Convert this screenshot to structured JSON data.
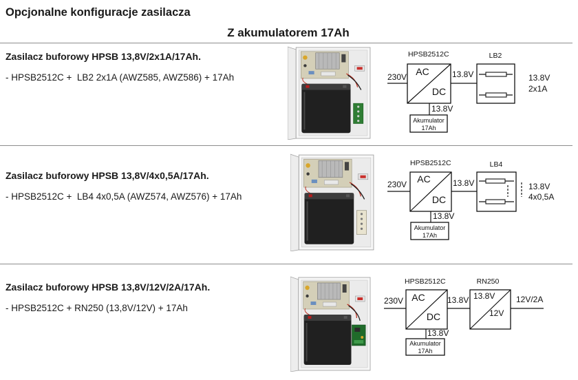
{
  "page": {
    "title": "Opcjonalne konfiguracje zasilacza",
    "subtitle": "Z akumulatorem 17Ah"
  },
  "configs": [
    {
      "heading": "Zasilacz buforowy HPSB 13,8V/2x1A/17Ah.",
      "description": "- HPSB2512C +  LB2 2x1A (AWZ585, AWZ586) + 17Ah",
      "diagram": {
        "psu_model": "HPSB2512C",
        "psu_ac": "AC",
        "psu_dc": "DC",
        "input_voltage": "230V",
        "psu_output": "13.8V",
        "battery_voltage": "13.8V",
        "battery_name": "Akumulator",
        "battery_capacity": "17Ah",
        "module_model": "LB2",
        "output_voltage": "13.8V",
        "output_current": "2x1A"
      }
    },
    {
      "heading": "Zasilacz buforowy HPSB 13,8V/4x0,5A/17Ah.",
      "description": "- HPSB2512C +  LB4 4x0,5A (AWZ574, AWZ576) + 17Ah",
      "diagram": {
        "psu_model": "HPSB2512C",
        "psu_ac": "AC",
        "psu_dc": "DC",
        "input_voltage": "230V",
        "psu_output": "13.8V",
        "battery_voltage": "13.8V",
        "battery_name": "Akumulator",
        "battery_capacity": "17Ah",
        "module_model": "LB4",
        "output_voltage": "13.8V",
        "output_current": "4x0,5A"
      }
    },
    {
      "heading": "Zasilacz buforowy HPSB 13,8V/12V/2A/17Ah.",
      "description": "- HPSB2512C + RN250 (13,8V/12V) + 17Ah",
      "diagram": {
        "psu_model": "HPSB2512C",
        "psu_ac": "AC",
        "psu_dc": "DC",
        "input_voltage": "230V",
        "psu_output": "13.8V",
        "battery_voltage": "13.8V",
        "battery_name": "Akumulator",
        "battery_capacity": "17Ah",
        "module_model": "RN250",
        "module_input": "13.8V",
        "module_output": "12V",
        "output": "12V/2A"
      }
    }
  ]
}
